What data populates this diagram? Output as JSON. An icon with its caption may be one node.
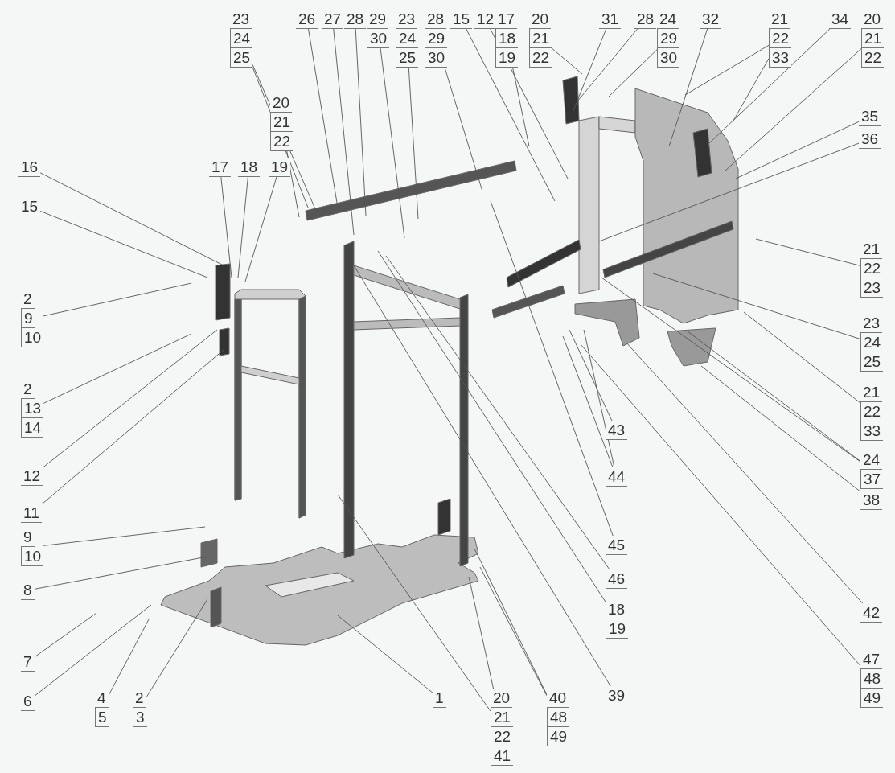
{
  "diagram": {
    "nodes": [
      {
        "text": [
          "23",
          "24",
          "25"
        ]
      },
      {
        "text": [
          "26"
        ]
      },
      {
        "text": [
          "27"
        ]
      },
      {
        "text": [
          "28"
        ]
      },
      {
        "text": [
          "29",
          "30"
        ]
      },
      {
        "text": [
          "23",
          "24",
          "25"
        ]
      },
      {
        "text": [
          "28",
          "29",
          "30"
        ]
      },
      {
        "text": [
          "15"
        ]
      },
      {
        "text": [
          "12"
        ]
      },
      {
        "text": [
          "17",
          "18",
          "19"
        ]
      },
      {
        "text": [
          "20",
          "21",
          "22"
        ]
      },
      {
        "text": [
          "31"
        ]
      },
      {
        "text": [
          "28"
        ]
      },
      {
        "text": [
          "24",
          "29",
          "30"
        ]
      },
      {
        "text": [
          "32"
        ]
      },
      {
        "text": [
          "21",
          "22",
          "33"
        ]
      },
      {
        "text": [
          "34"
        ]
      },
      {
        "text": [
          "20",
          "21",
          "22"
        ]
      },
      {
        "text": [
          "20",
          "21",
          "22"
        ]
      },
      {
        "text": [
          "16"
        ]
      },
      {
        "text": [
          "17"
        ]
      },
      {
        "text": [
          "18"
        ]
      },
      {
        "text": [
          "19"
        ]
      },
      {
        "text": [
          "15"
        ]
      },
      {
        "text": [
          "2",
          "9",
          "10"
        ]
      },
      {
        "text": [
          "2",
          "13",
          "14"
        ]
      },
      {
        "text": [
          "12"
        ]
      },
      {
        "text": [
          "11"
        ]
      },
      {
        "text": [
          "35"
        ]
      },
      {
        "text": [
          "36"
        ]
      },
      {
        "text": [
          "21",
          "22",
          "23"
        ]
      },
      {
        "text": [
          "23",
          "24",
          "25"
        ]
      },
      {
        "text": [
          "21",
          "22",
          "33"
        ]
      },
      {
        "text": [
          "24",
          "37"
        ]
      },
      {
        "text": [
          "38"
        ]
      },
      {
        "text": [
          "43"
        ]
      },
      {
        "text": [
          "44"
        ]
      },
      {
        "text": [
          "45"
        ]
      },
      {
        "text": [
          "46"
        ]
      },
      {
        "text": [
          "18",
          "19"
        ]
      },
      {
        "text": [
          "42"
        ]
      },
      {
        "text": [
          "39"
        ]
      },
      {
        "text": [
          "47",
          "48",
          "49"
        ]
      },
      {
        "text": [
          "9",
          "10"
        ]
      },
      {
        "text": [
          "8"
        ]
      },
      {
        "text": [
          "7"
        ]
      },
      {
        "text": [
          "6"
        ]
      },
      {
        "text": [
          "4",
          "5"
        ]
      },
      {
        "text": [
          "2",
          "3"
        ]
      },
      {
        "text": [
          "1"
        ]
      },
      {
        "text": [
          "20",
          "21",
          "22",
          "41"
        ]
      },
      {
        "text": [
          "40",
          "48",
          "49"
        ]
      }
    ],
    "edges": [
      {
        "from": 0,
        "to": null,
        "arrow": "none"
      },
      {
        "from": 0,
        "to": null,
        "arrow": "none"
      },
      {
        "from": 1,
        "to": null,
        "arrow": "none"
      },
      {
        "from": 2,
        "to": null,
        "arrow": "none"
      },
      {
        "from": 3,
        "to": null,
        "arrow": "none"
      },
      {
        "from": 4,
        "to": null,
        "arrow": "none"
      },
      {
        "from": 5,
        "to": null,
        "arrow": "none"
      },
      {
        "from": 6,
        "to": null,
        "arrow": "none"
      },
      {
        "from": 7,
        "to": null,
        "arrow": "none"
      },
      {
        "from": 8,
        "to": null,
        "arrow": "none"
      },
      {
        "from": 9,
        "to": null,
        "arrow": "none"
      },
      {
        "from": 10,
        "to": null,
        "arrow": "none"
      },
      {
        "from": 11,
        "to": null,
        "arrow": "none"
      },
      {
        "from": 12,
        "to": null,
        "arrow": "none"
      },
      {
        "from": 13,
        "to": null,
        "arrow": "none"
      },
      {
        "from": 14,
        "to": null,
        "arrow": "none"
      },
      {
        "from": 15,
        "to": null,
        "arrow": "none"
      },
      {
        "from": 15,
        "to": null,
        "arrow": "none"
      },
      {
        "from": 16,
        "to": null,
        "arrow": "none"
      },
      {
        "from": 17,
        "to": null,
        "arrow": "none"
      },
      {
        "from": 18,
        "to": null,
        "arrow": "none"
      },
      {
        "from": 19,
        "to": null,
        "arrow": "none"
      },
      {
        "from": 20,
        "to": null,
        "arrow": "none"
      },
      {
        "from": 21,
        "to": null,
        "arrow": "none"
      },
      {
        "from": 22,
        "to": null,
        "arrow": "none"
      },
      {
        "from": 23,
        "to": null,
        "arrow": "none"
      },
      {
        "from": 24,
        "to": null,
        "arrow": "none"
      },
      {
        "from": 25,
        "to": null,
        "arrow": "none"
      },
      {
        "from": 26,
        "to": null,
        "arrow": "none"
      },
      {
        "from": 27,
        "to": null,
        "arrow": "none"
      },
      {
        "from": 28,
        "to": null,
        "arrow": "none"
      },
      {
        "from": 29,
        "to": null,
        "arrow": "none"
      },
      {
        "from": 30,
        "to": null,
        "arrow": "none"
      },
      {
        "from": 31,
        "to": null,
        "arrow": "none"
      },
      {
        "from": 32,
        "to": null,
        "arrow": "none"
      },
      {
        "from": 33,
        "to": null,
        "arrow": "none"
      },
      {
        "from": 33,
        "to": null,
        "arrow": "none"
      },
      {
        "from": 34,
        "to": null,
        "arrow": "none"
      },
      {
        "from": 35,
        "to": null,
        "arrow": "none"
      },
      {
        "from": 36,
        "to": null,
        "arrow": "none"
      },
      {
        "from": 36,
        "to": null,
        "arrow": "none"
      },
      {
        "from": 37,
        "to": null,
        "arrow": "none"
      },
      {
        "from": 38,
        "to": null,
        "arrow": "none"
      },
      {
        "from": 39,
        "to": null,
        "arrow": "none"
      },
      {
        "from": 40,
        "to": null,
        "arrow": "none"
      },
      {
        "from": 41,
        "to": null,
        "arrow": "none"
      },
      {
        "from": 42,
        "to": null,
        "arrow": "none"
      },
      {
        "from": 43,
        "to": null,
        "arrow": "none"
      },
      {
        "from": 44,
        "to": null,
        "arrow": "none"
      },
      {
        "from": 45,
        "to": null,
        "arrow": "none"
      },
      {
        "from": 46,
        "to": null,
        "arrow": "none"
      },
      {
        "from": 47,
        "to": null,
        "arrow": "none"
      },
      {
        "from": 48,
        "to": null,
        "arrow": "none"
      },
      {
        "from": 49,
        "to": null,
        "arrow": "none"
      },
      {
        "from": 50,
        "to": null,
        "arrow": "none"
      },
      {
        "from": 50,
        "to": null,
        "arrow": "none"
      },
      {
        "from": 51,
        "to": null,
        "arrow": "none"
      },
      {
        "from": 51,
        "to": null,
        "arrow": "none"
      }
    ]
  }
}
